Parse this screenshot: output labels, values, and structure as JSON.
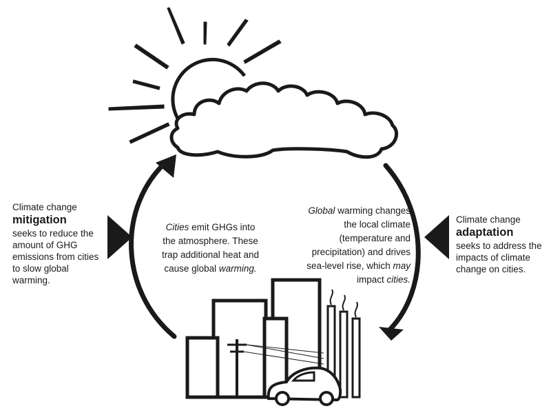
{
  "mitigation": {
    "pre": "Climate change",
    "term": "mitigation",
    "lines": [
      "seeks to reduce the",
      "amount of GHG",
      "emissions from cities",
      "to slow global",
      "warming."
    ]
  },
  "adaptation": {
    "pre": "Climate change",
    "term": "adaptation",
    "lines": [
      "seeks to address the",
      "impacts of climate",
      "change on cities."
    ]
  },
  "cycle_left": {
    "l1_italic": "Cities",
    "l1_rest": " emit GHGs into",
    "l2": "the atmosphere. These",
    "l3": "trap additional heat and",
    "l4_start": "cause global ",
    "l4_italic": "warming."
  },
  "cycle_right": {
    "l1_italic": "Global",
    "l1_rest": " warming changes",
    "l2": "the local climate",
    "l3": "(temperature and",
    "l4": "precipitation) and drives",
    "l5_start": "sea-level rise, which ",
    "l5_italic": "may",
    "l6_start": "impact ",
    "l6_italic": "cities."
  },
  "colors": {
    "ink": "#1a1a1a",
    "background": "#ffffff"
  },
  "icons": [
    "sun-icon",
    "cloud-icon",
    "city-skyline-icon",
    "car-icon",
    "smokestack-icon",
    "utility-pole-icon",
    "cycle-arrow-icon",
    "triangle-pointer-icon"
  ]
}
